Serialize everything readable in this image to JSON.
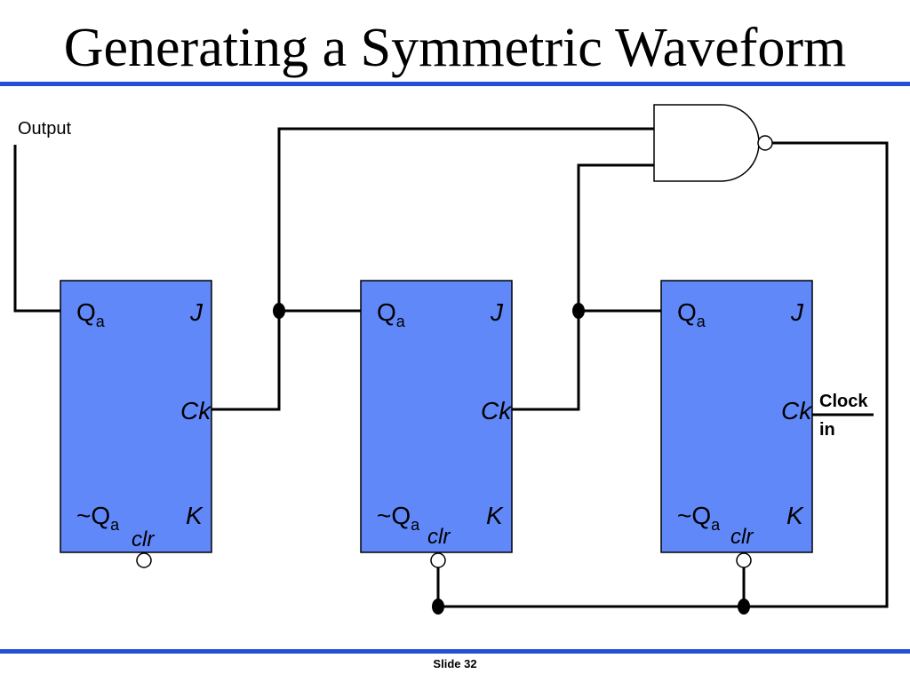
{
  "slide": {
    "title": "Generating a Symmetric Waveform",
    "footer": "Slide 32",
    "accent_color": "#2450d8",
    "flipflop_color": "#6088f8"
  },
  "diagram": {
    "output_label": "Output",
    "clock_label_line1": "Clock",
    "clock_label_line2": "in",
    "flipflops": [
      {
        "q": "Q",
        "q_sub": "a",
        "j": "J",
        "ck": "Ck",
        "nq": "~Q",
        "nq_sub": "a",
        "k": "K",
        "clr": "clr"
      },
      {
        "q": "Q",
        "q_sub": "a",
        "j": "J",
        "ck": "Ck",
        "nq": "~Q",
        "nq_sub": "a",
        "k": "K",
        "clr": "clr"
      },
      {
        "q": "Q",
        "q_sub": "a",
        "j": "J",
        "ck": "Ck",
        "nq": "~Q",
        "nq_sub": "a",
        "k": "K",
        "clr": "clr"
      }
    ],
    "gate": "nand-gate"
  }
}
